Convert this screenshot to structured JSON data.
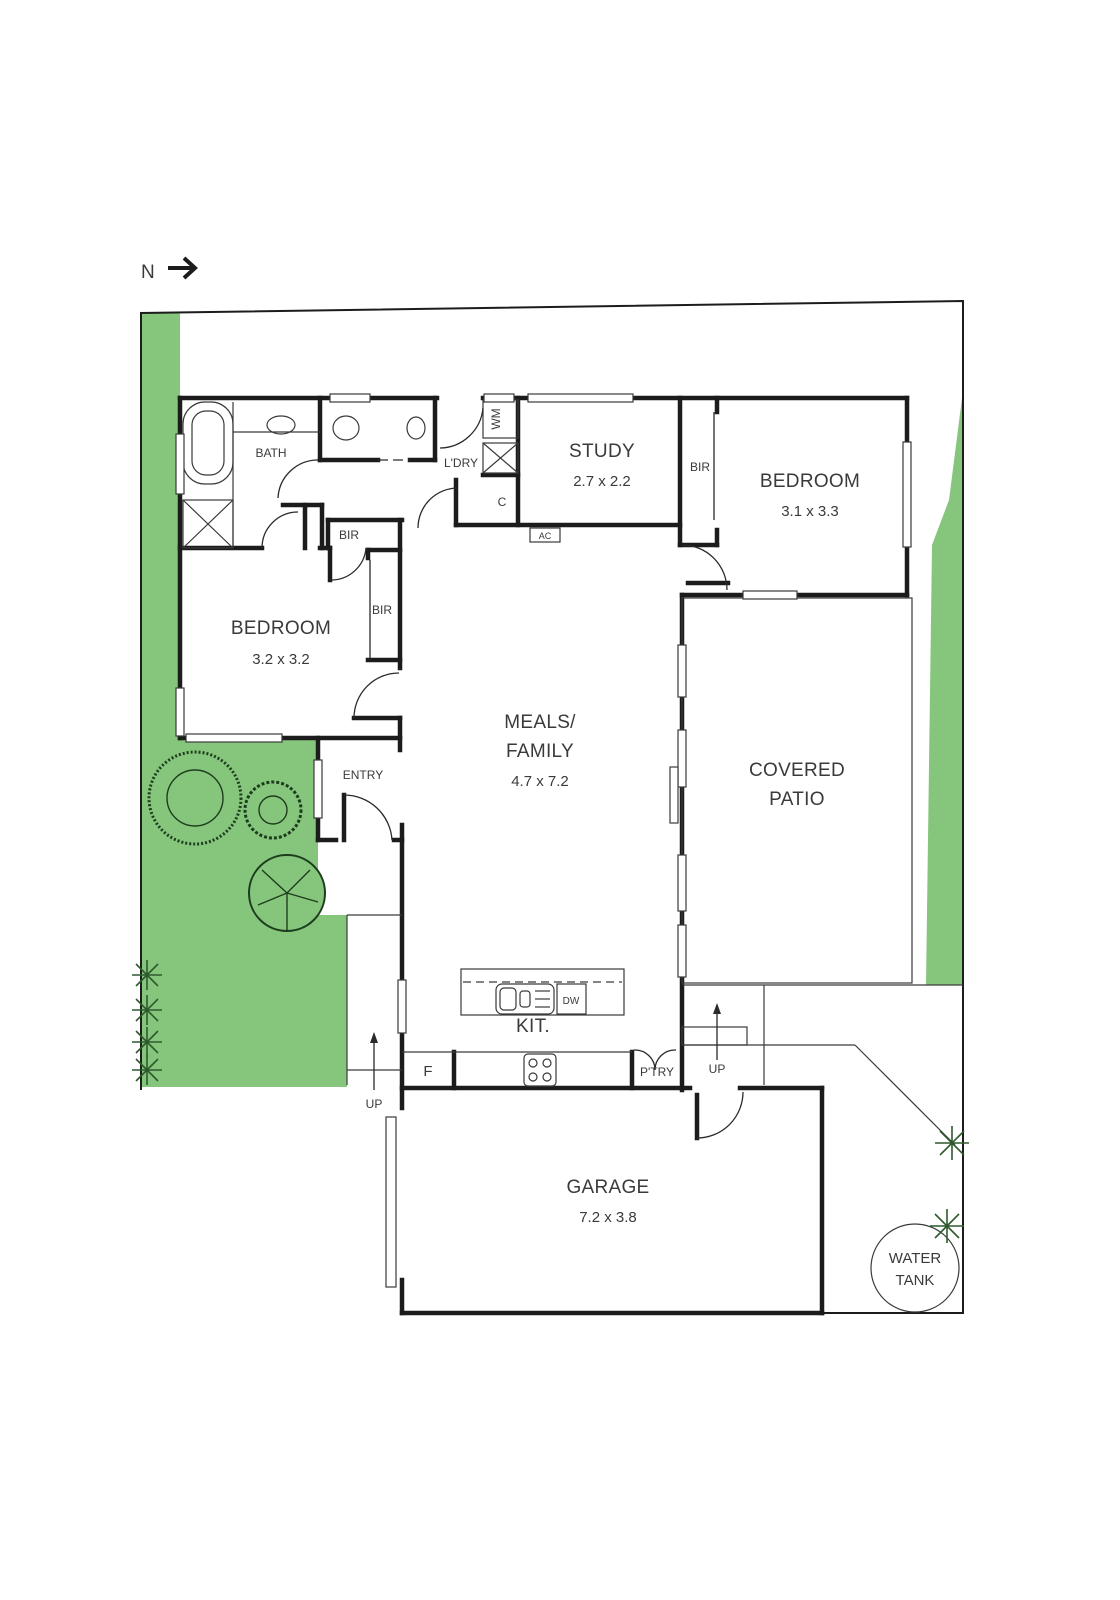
{
  "compass": {
    "label": "N",
    "icon": "arrow-right-icon"
  },
  "rooms": {
    "bath": {
      "name": "BATH"
    },
    "laundry": {
      "name": "L'DRY"
    },
    "wm": {
      "name": "WM"
    },
    "cupboard": {
      "name": "C"
    },
    "study": {
      "name": "STUDY",
      "dims": "2.7 x 2.2"
    },
    "bir_bed1": {
      "name": "BIR"
    },
    "bedroom1": {
      "name": "BEDROOM",
      "dims": "3.1 x 3.3"
    },
    "bir_hall": {
      "name": "BIR"
    },
    "bir_bed2": {
      "name": "BIR"
    },
    "bedroom2": {
      "name": "BEDROOM",
      "dims": "3.2 x 3.2"
    },
    "ac": {
      "name": "AC"
    },
    "meals": {
      "name_line1": "MEALS/",
      "name_line2": "FAMILY",
      "dims": "4.7 x 7.2"
    },
    "entry": {
      "name": "ENTRY"
    },
    "patio": {
      "name_line1": "COVERED",
      "name_line2": "PATIO"
    },
    "kitchen": {
      "name": "KIT."
    },
    "dishwasher": {
      "name": "DW"
    },
    "fridge": {
      "name": "F"
    },
    "pantry": {
      "name": "P'TRY"
    },
    "garage": {
      "name": "GARAGE",
      "dims": "7.2 x 3.8"
    },
    "water_tank": {
      "name_line1": "WATER",
      "name_line2": "TANK"
    }
  },
  "stairs": {
    "up_entry": "UP",
    "up_patio": "UP"
  },
  "colors": {
    "lawn": "#86c67c",
    "wall": "#1c1c1c",
    "text": "#3a3a3a"
  }
}
